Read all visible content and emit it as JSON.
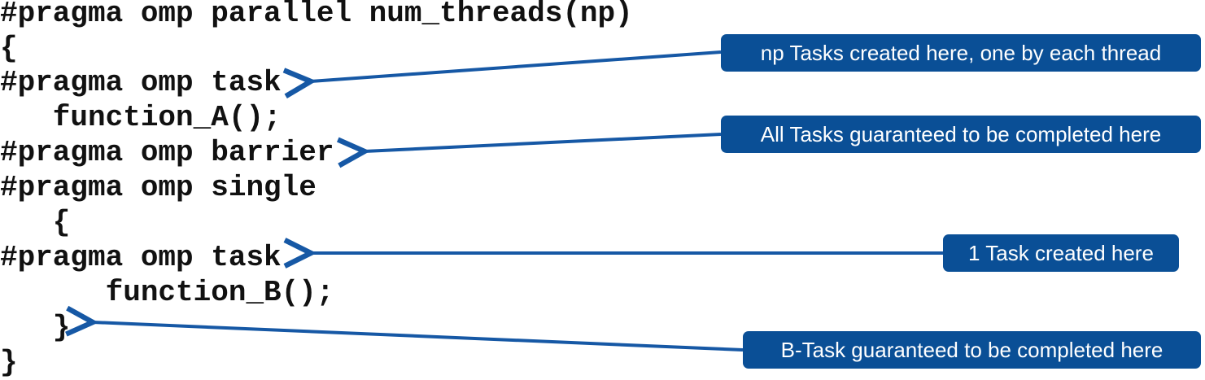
{
  "code_lines": [
    "#pragma omp parallel num_threads(np)",
    "{",
    "#pragma omp task",
    "   function_A();",
    "#pragma omp barrier",
    "#pragma omp single",
    "   {",
    "#pragma omp task",
    "      function_B();",
    "   }",
    "}"
  ],
  "callouts": [
    {
      "text": "np Tasks created here, one by each thread"
    },
    {
      "text": "All Tasks guaranteed to be completed here"
    },
    {
      "text": "1 Task created here"
    },
    {
      "text": "B-Task guaranteed to be completed here"
    }
  ],
  "colors": {
    "callout_bg": "#0a4f96",
    "arrow": "#1658a5",
    "code_text": "#111111"
  }
}
